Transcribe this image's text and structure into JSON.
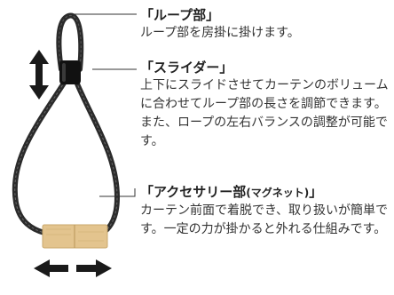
{
  "callouts": {
    "loop": {
      "title": "「ループ部」",
      "desc": "ループ部を房掛に掛けます。"
    },
    "slider": {
      "title": "「スライダー」",
      "desc": "上下にスライドさせてカーテンのボリュームに合わせてループ部の長さを調節できます。また、ロープの左右バランスの調整が可能です。"
    },
    "accessory": {
      "title_main": "「アクセサリー部",
      "title_small": "(マグネット)",
      "title_end": "」",
      "desc": "カーテン前面で着脱でき、取り扱いが簡単です。一定の力が掛かると外れる仕組みです。"
    }
  },
  "colors": {
    "rope": "#2b2b2b",
    "wood": "#e3c48e",
    "arrow": "#1a1a1a",
    "leader": "#333333"
  }
}
